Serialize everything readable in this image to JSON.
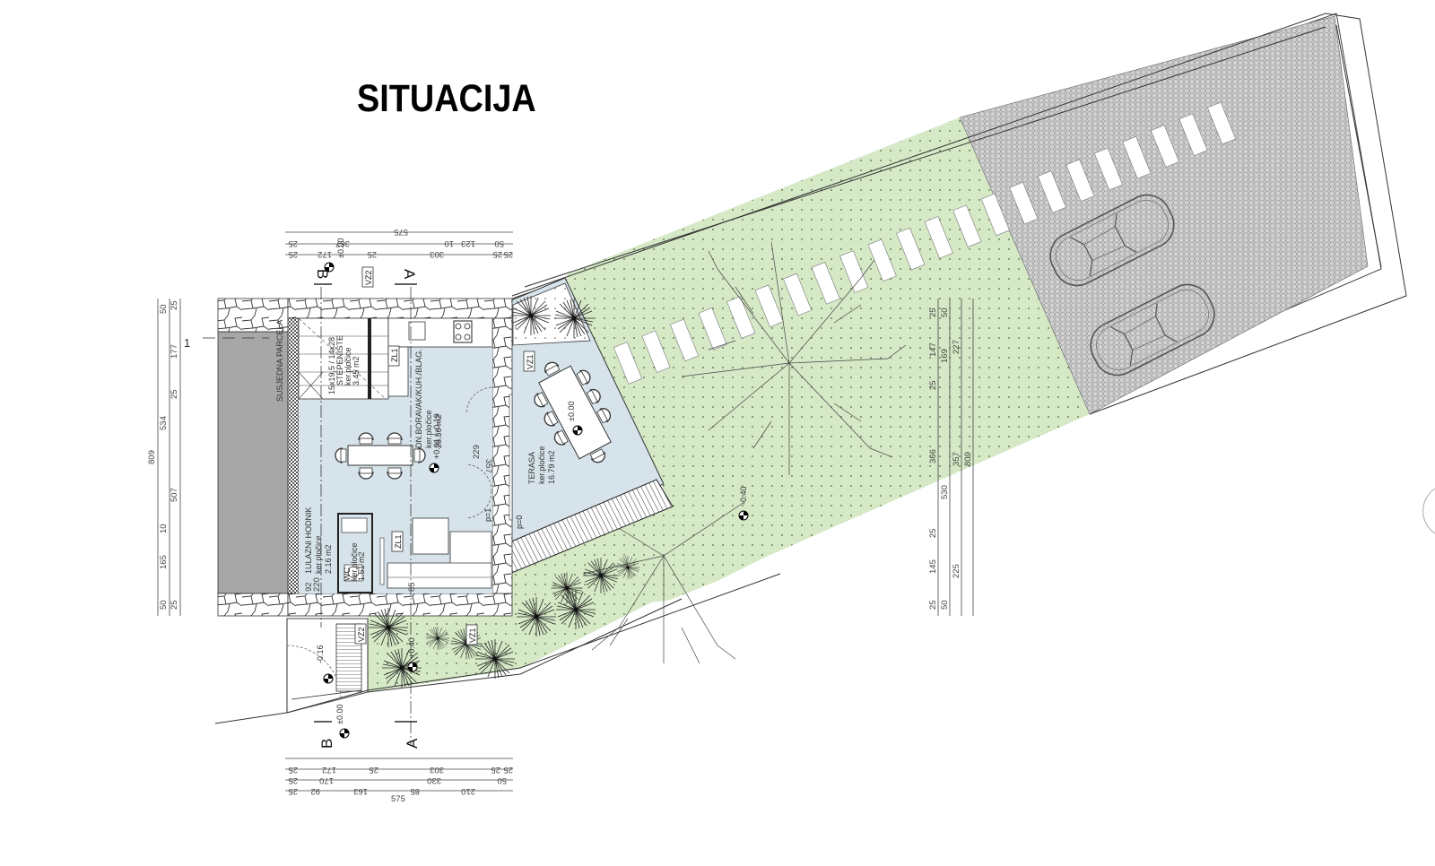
{
  "title": "SITUACIJA",
  "colors": {
    "lawn": "#d4e8c4",
    "interior_floor": "#d6e3ea",
    "terrace": "#d6e3ea",
    "neighbor_parcel": "#a8a8a8",
    "parking_paving": "#c8c8c8",
    "wall_hatch": "#555555",
    "line": "#222222"
  },
  "rooms": [
    {
      "id": "1",
      "name": "ULAZNI HODNIK",
      "floor": "ker.pločice",
      "area": "2.16 m2"
    },
    {
      "id": "2",
      "name": "WC",
      "floor": "ker.pločice",
      "area": "1.51 m2"
    },
    {
      "id": "3",
      "name": "DN.BORAVAK/KUH./BLAG.",
      "floor": "ker.pločice",
      "area": "28.36 m2"
    },
    {
      "id": "4",
      "name": "STEPENIŠTE",
      "floor": "ker.pločice",
      "area": "3.45 m2",
      "note": "15x19,5 / 14x28"
    },
    {
      "id": "5",
      "name": "TERASA",
      "floor": "ker.pločice",
      "area": "16.79 m2"
    }
  ],
  "labels": {
    "neighbor": "SUSJEDNA PARCELA",
    "section_a": "A",
    "section_b": "B",
    "tags": [
      "VZ2",
      "VZ1",
      "ZL1",
      "VZ1",
      "VZ2",
      "VZ1"
    ],
    "door_p": "p=0",
    "door_p1": "p=1",
    "stair_arrow": "1"
  },
  "elevations": {
    "top_b": "±0.00",
    "living": "+0.01 / -0.19",
    "terrace": "±0.00",
    "garden_front": "+0.40",
    "entrance": "-0.16",
    "bottom_b": "±0.00",
    "lawn_right": "-0.40"
  },
  "dimensions": {
    "top": {
      "overall": "575",
      "row1": [
        "25",
        "367",
        "10",
        "123",
        "50"
      ],
      "row2": [
        "25",
        "172",
        "25",
        "303",
        "25",
        "25"
      ]
    },
    "left": {
      "overall": "809",
      "row1": [
        "50",
        "534",
        "10",
        "165",
        "50"
      ],
      "row2": [
        "25",
        "25",
        "177",
        "25",
        "507",
        "25",
        "25"
      ]
    },
    "right": {
      "row1": [
        "25",
        "25",
        "147",
        "25",
        "366",
        "530",
        "25",
        "145",
        "25",
        "25"
      ],
      "row2": [
        "50",
        "169",
        "357",
        "225",
        "50"
      ],
      "row3": [
        "227",
        "809"
      ]
    },
    "bottom": {
      "row1": [
        "25",
        "172",
        "25",
        "303",
        "25",
        "25"
      ],
      "row2": [
        "25",
        "170",
        "330",
        "50"
      ],
      "row3": [
        "25",
        "92",
        "163",
        "85",
        "210"
      ],
      "overall": "575"
    },
    "interior": [
      "229",
      "357",
      "92",
      "220",
      "85",
      "85"
    ]
  }
}
